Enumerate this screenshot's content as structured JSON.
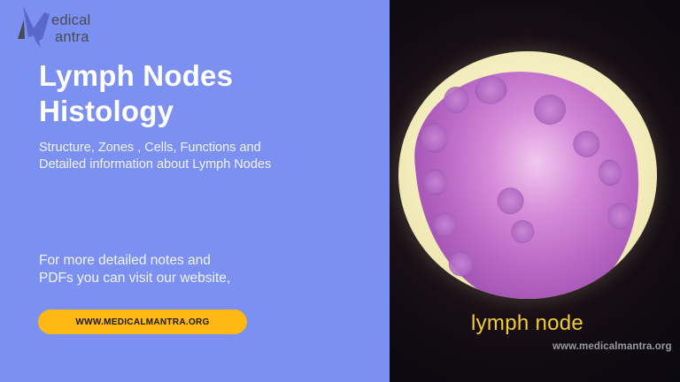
{
  "brand": {
    "logo_icon": "medical-mantra-logo-icon",
    "line1": "edical",
    "line2": "antra",
    "colors": {
      "dark": "#4a4a55",
      "blue": "#5b67c8"
    }
  },
  "hero": {
    "title_line1": "Lymph Nodes",
    "title_line2": "Histology",
    "subtitle_line1": "Structure, Zones , Cells, Functions and",
    "subtitle_line2": "Detailed information about Lymph Nodes",
    "more_line1": "For more detailed notes and",
    "more_line2": "PDFs you can visit our website,",
    "cta_label": "WWW.MEDICALMANTRA.ORG"
  },
  "image_panel": {
    "caption": "lymph node",
    "watermark": "www.medicalmantra.org",
    "caption_color": "#f2cc30"
  },
  "colors": {
    "left_bg": "#7b90f0",
    "cta_bg": "#fdb813",
    "right_bg": "#0d0a10"
  }
}
